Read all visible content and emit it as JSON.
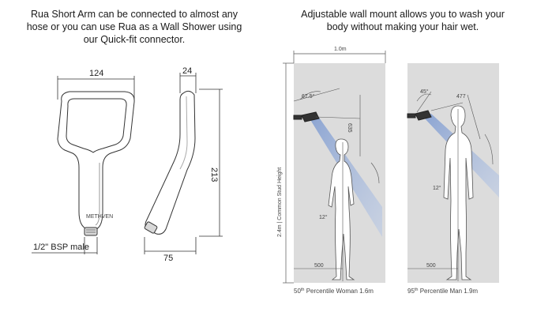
{
  "captions": {
    "left": [
      "Rua Short Arm can be connected to almost any",
      "hose or you can use Rua as a Wall Shower using",
      "our Quick-fit connector."
    ],
    "right": [
      "Adjustable wall mount allows you to wash your",
      "body without making your hair wet."
    ]
  },
  "dimensions": {
    "head_width": "124",
    "side_depth": "24",
    "height": "213",
    "arm_reach": "75",
    "connector": "1/2\" BSP male",
    "brand": "METHVEN"
  },
  "panels": {
    "width_label": "1.0m",
    "height_label": "2.4m  |  Common Stud Height",
    "woman": {
      "angle_top": "67.5°",
      "distance": "635",
      "spray_angle": "12°",
      "floor_distance": "500",
      "caption_prefix": "50",
      "caption_sup": "th",
      "caption_rest": " Percentile Woman 1.6m"
    },
    "man": {
      "angle_top": "45°",
      "distance": "477",
      "spray_angle": "12°",
      "floor_distance": "500",
      "caption_prefix": "95",
      "caption_sup": "th",
      "caption_rest": " Percentile Man 1.9m"
    }
  },
  "colors": {
    "wall": "#dcdcdc",
    "spray": "#9fb6dc",
    "line": "#333333"
  }
}
